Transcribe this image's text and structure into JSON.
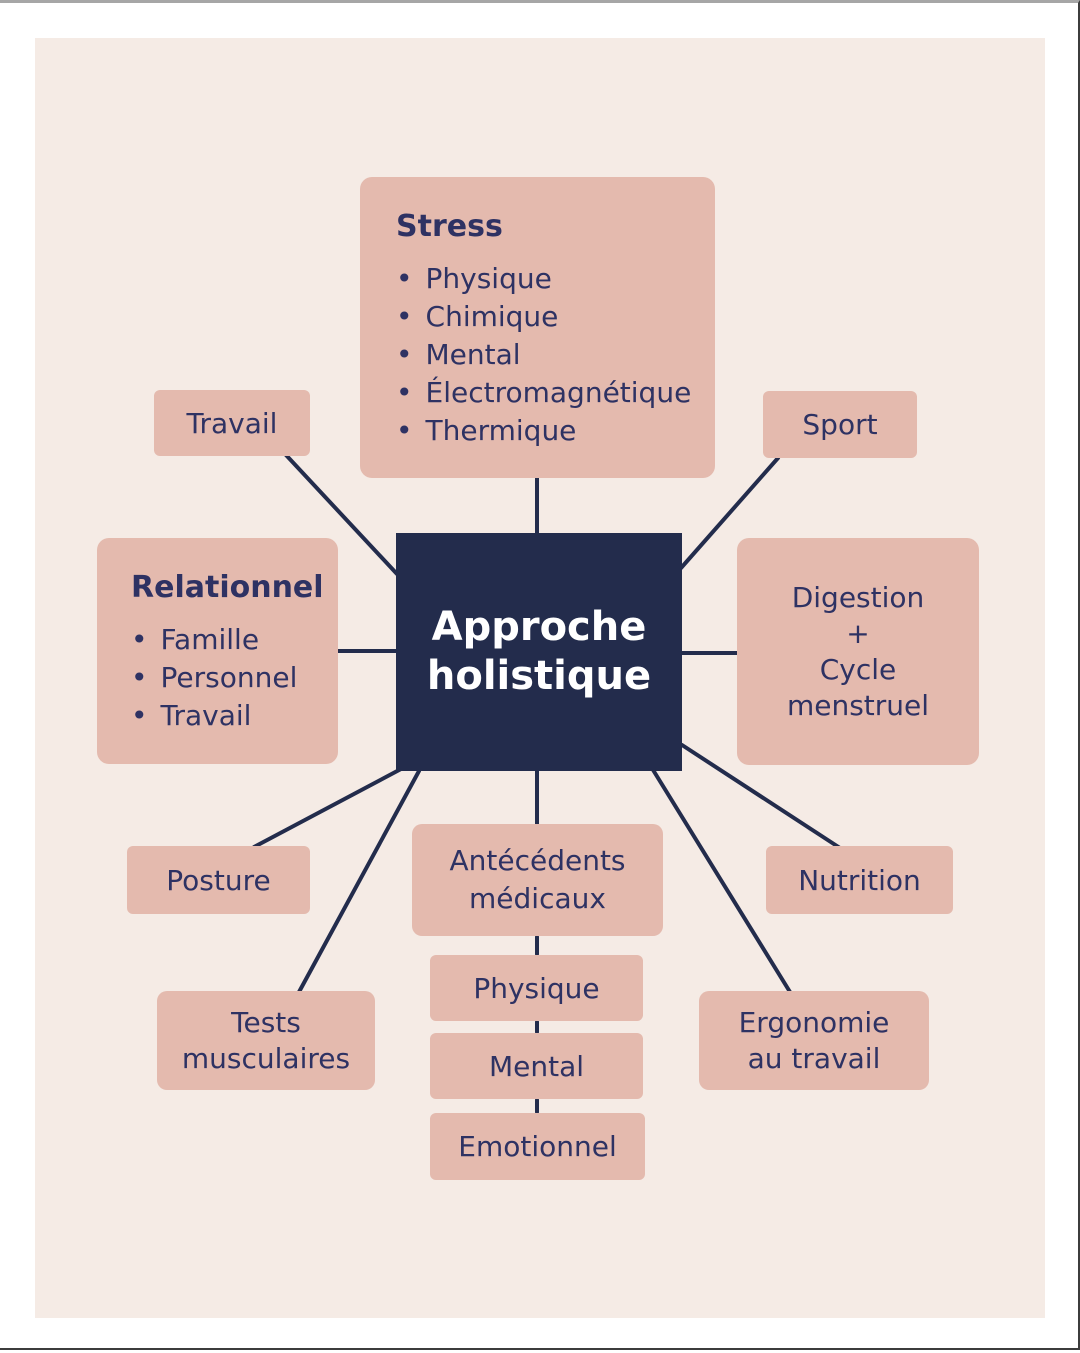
{
  "colors": {
    "page_margin": "#ffffff",
    "canvas_background": "#f5ebe5",
    "node_fill": "#e4baae",
    "center_fill": "#232c4c",
    "text": "#2e3263",
    "center_text": "#ffffff",
    "connector": "#232c4c"
  },
  "center": {
    "lines": [
      "Approche",
      "holistique"
    ]
  },
  "nodes": {
    "stress": {
      "title": "Stress",
      "items": [
        "Physique",
        "Chimique",
        "Mental",
        "Électromagnétique",
        "Thermique"
      ]
    },
    "travail": {
      "label": "Travail"
    },
    "sport": {
      "label": "Sport"
    },
    "relationnel": {
      "title": "Relationnel",
      "items": [
        "Famille",
        "Personnel",
        "Travail"
      ]
    },
    "digestion": {
      "lines": [
        "Digestion",
        "+",
        "Cycle",
        "menstruel"
      ]
    },
    "posture": {
      "label": "Posture"
    },
    "tests_musculaires": {
      "lines": [
        "Tests",
        "musculaires"
      ]
    },
    "antecedents_medicaux": {
      "lines": [
        "Antécédents",
        "médicaux"
      ]
    },
    "physique": {
      "label": "Physique"
    },
    "mental": {
      "label": "Mental"
    },
    "emotionnel": {
      "label": "Emotionnel"
    },
    "nutrition": {
      "label": "Nutrition"
    },
    "ergonomie": {
      "lines": [
        "Ergonomie",
        "au travail"
      ]
    }
  }
}
